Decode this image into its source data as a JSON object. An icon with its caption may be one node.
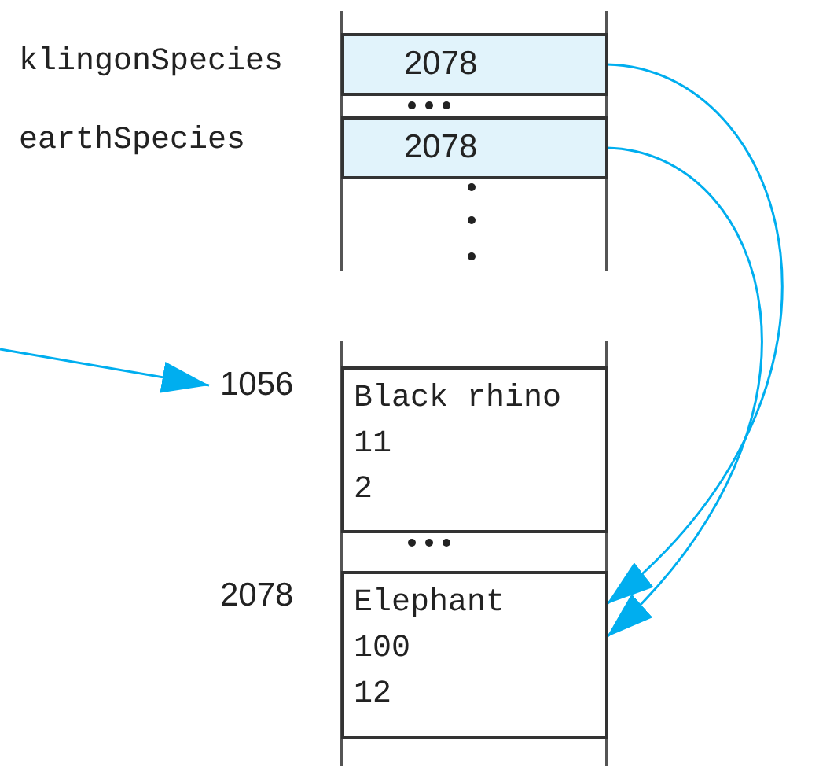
{
  "diagram": {
    "nodes": [
      {
        "text": [
          "2078"
        ],
        "beside": [
          "klingonSpecies"
        ]
      },
      {
        "text": [
          "2078"
        ],
        "beside": [
          "earthSpecies"
        ]
      },
      {
        "text": [
          "Black rhino",
          "11",
          "2"
        ],
        "beside": [
          "1056"
        ]
      },
      {
        "text": [
          "Elephant",
          "100",
          "12"
        ],
        "beside": [
          "2078"
        ]
      }
    ],
    "edges": [
      {
        "from": 0,
        "to": 3,
        "arrow": "to"
      },
      {
        "from": 1,
        "to": 3,
        "arrow": "to"
      },
      {
        "from": null,
        "to": 2,
        "arrow": "to"
      }
    ]
  }
}
